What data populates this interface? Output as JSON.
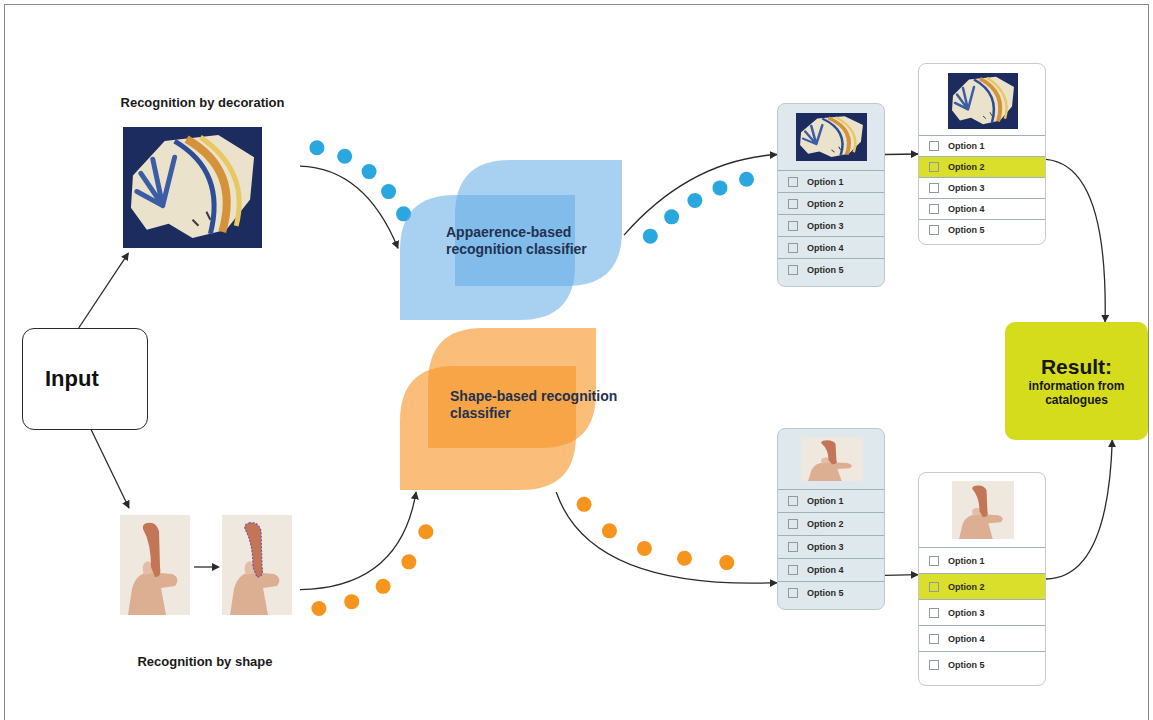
{
  "diagram": {
    "nodes": [
      {
        "text": [
          "Input"
        ]
      },
      {
        "text": [
          "Recognition by decoration"
        ]
      },
      {
        "text": [
          "Recognition by shape"
        ]
      },
      {
        "text": [
          "Appaerence-based recognition classifier"
        ]
      },
      {
        "text": [
          "Shape-based recognition classifier"
        ]
      },
      {
        "text": [
          "Option 1",
          "Option 2",
          "Option 3",
          "Option 4",
          "Option 5"
        ]
      },
      {
        "text": [
          "Option 1",
          "Option 2",
          "Option 3",
          "Option 4",
          "Option 5"
        ]
      },
      {
        "text": [
          "Option 1",
          "Option 2",
          "Option 3",
          "Option 4",
          "Option 5"
        ]
      },
      {
        "text": [
          "Option 1",
          "Option 2",
          "Option 3",
          "Option 4",
          "Option 5"
        ]
      },
      {
        "text": [
          "Result:",
          "information from catalogues"
        ]
      }
    ],
    "edges": [
      {
        "from": 0,
        "to": 1,
        "arrow": "to"
      },
      {
        "from": 0,
        "to": 2,
        "arrow": "to"
      },
      {
        "from": 1,
        "to": 3,
        "arrow": "to"
      },
      {
        "from": 2,
        "to": 4,
        "arrow": "to"
      },
      {
        "from": 3,
        "to": 5,
        "arrow": "to"
      },
      {
        "from": 5,
        "to": 6,
        "arrow": "to"
      },
      {
        "from": 6,
        "to": 9,
        "arrow": "to"
      },
      {
        "from": 4,
        "to": 7,
        "arrow": "to"
      },
      {
        "from": 7,
        "to": 8,
        "arrow": "to"
      },
      {
        "from": 8,
        "to": 9,
        "arrow": "to"
      }
    ]
  }
}
